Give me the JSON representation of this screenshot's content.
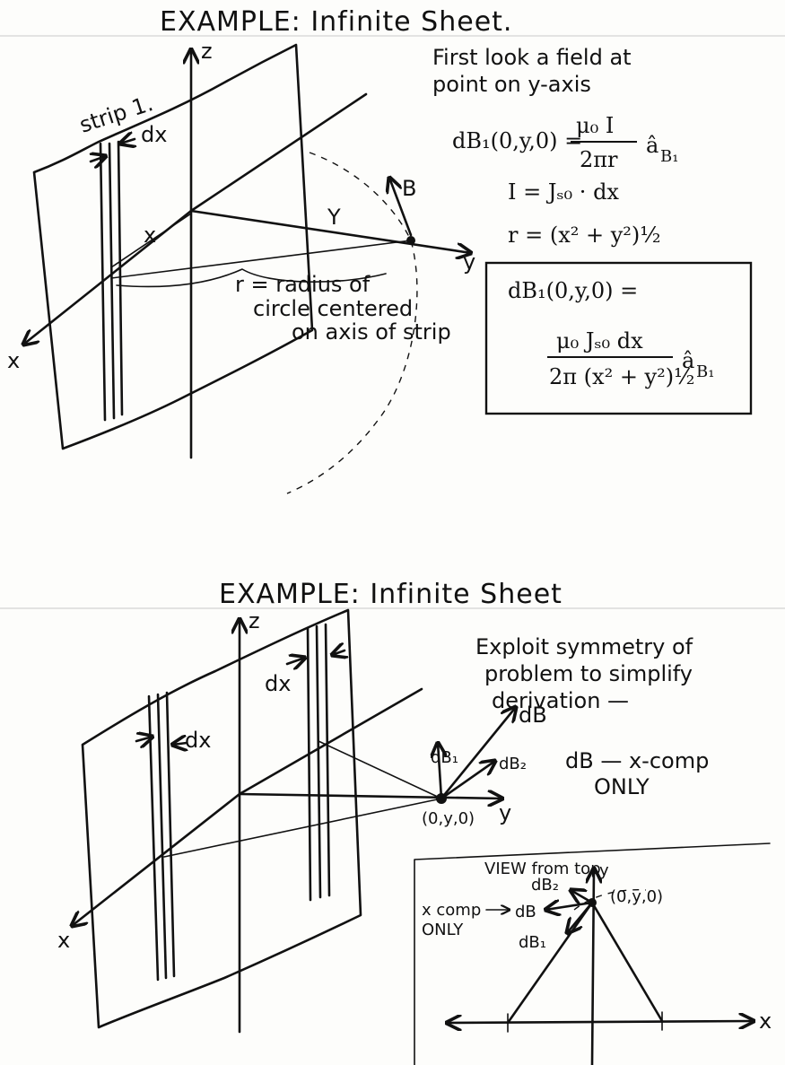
{
  "top": {
    "title": "EXAMPLE: Infinite Sheet.",
    "strip_label": "strip 1.",
    "dx_label": "dx",
    "axis_x": "x",
    "axis_y": "y",
    "axis_z": "z",
    "x_dist": "x",
    "y_dist": "Y",
    "B_label": "B",
    "r_note_1": "r = radius of",
    "r_note_2": "circle centered",
    "r_note_3": "on axis of strip",
    "note_1": "First look a field at",
    "note_2": "point on y-axis",
    "eq1_lhs": "dB₁(0,y,0) =",
    "eq1_num": "μ₀ I",
    "eq1_den": "2πr",
    "eq1_unit": "â",
    "eq1_unit_sub": "B₁",
    "eq2": "I = Jₛ₀ · dx",
    "eq3": "r = (x² + y²)½",
    "box_lhs": "dB₁(0,y,0) =",
    "box_num": "μ₀ Jₛ₀ dx",
    "box_den": "2π (x² + y²)½",
    "box_unit": "â",
    "box_unit_sub": "B₁"
  },
  "bottom": {
    "title": "EXAMPLE: Infinite Sheet",
    "dx_left": "dx",
    "dx_right": "dx",
    "axis_x": "x",
    "axis_y": "y",
    "axis_z": "z",
    "point": "(0,y,0)",
    "dB": "dB",
    "dB1": "dB₁",
    "dB2": "dB₂",
    "note_1": "Exploit symmetry of",
    "note_2": "problem to simplify",
    "note_3": "derivation —",
    "note_4": "dB — x-comp",
    "note_5": "ONLY",
    "inset_title": "VIEW from top",
    "inset_dB2": "dB₂",
    "inset_y": "y",
    "inset_point": "(0,y,0)",
    "inset_xcomp": "x comp",
    "inset_only": "ONLY",
    "inset_dB": "dB",
    "inset_dB1": "dB₁",
    "inset_x": "x"
  }
}
